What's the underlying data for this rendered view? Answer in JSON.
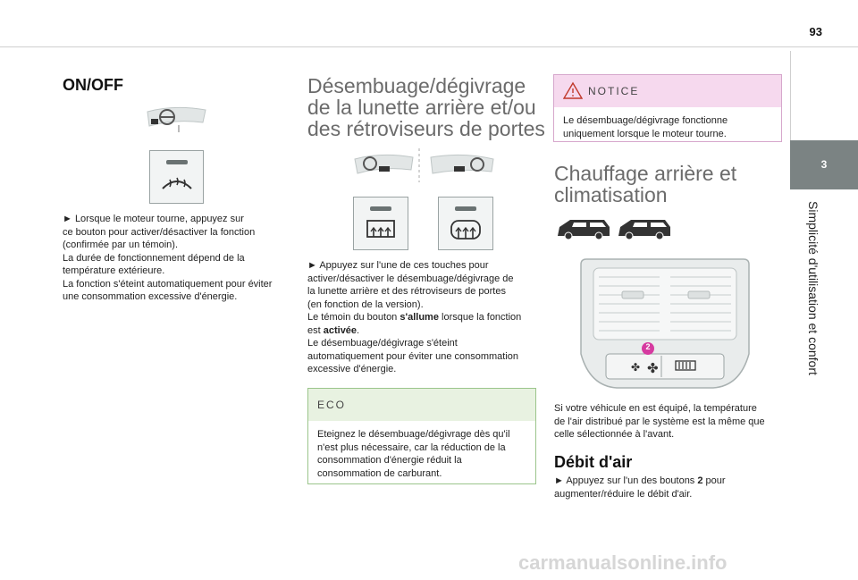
{
  "page_number": "93",
  "chapter": {
    "number": "3",
    "title": "Simplicité d'utilisation et confort"
  },
  "col1": {
    "heading": "ON/OFF",
    "p1": "► Lorsque le moteur tourne, appuyez sur",
    "p2": "ce bouton pour activer/désactiver la fonction",
    "p3": "(confirmée par un témoin).",
    "p4": "La durée de fonctionnement dépend de la",
    "p5": "température extérieure.",
    "p6": "La fonction s'éteint automatiquement pour éviter",
    "p7": "une consommation excessive d'énergie."
  },
  "col2": {
    "heading_l1": "Désembuage/dégivrage",
    "heading_l2": "de la lunette arrière et/ou",
    "heading_l3": "des rétroviseurs de portes",
    "p1": "► Appuyez sur l'une de ces touches pour",
    "p2": "activer/désactiver le désembuage/dégivrage de",
    "p3": "la lunette arrière et des rétroviseurs de portes",
    "p4": "(en fonction de la version).",
    "p5a": "Le témoin du bouton ",
    "p5b": "s'allume",
    "p5c": " lorsque la fonction",
    "p6a": "est ",
    "p6b": "activée",
    "p6c": ".",
    "p7": "Le désembuage/dégivrage s'éteint",
    "p8": "automatiquement pour éviter une consommation",
    "p9": "excessive d'énergie.",
    "eco_title": "ECO",
    "eco_l1": "Eteignez le désembuage/dégivrage dès qu'il",
    "eco_l2": "n'est plus nécessaire, car la réduction de la",
    "eco_l3": "consommation d'énergie réduit la",
    "eco_l4": "consommation de carburant."
  },
  "col3": {
    "notice_title": "NOTICE",
    "notice_l1": "Le désembuage/dégivrage fonctionne",
    "notice_l2": "uniquement lorsque le moteur tourne.",
    "heading_l1": "Chauffage arrière et",
    "heading_l2": "climatisation",
    "badge": "2",
    "p1": "Si votre véhicule en est équipé, la température",
    "p2": "de l'air distribué par le système est la même que",
    "p3": "celle sélectionnée à l'avant.",
    "subheading": "Débit d'air",
    "p4a": "► Appuyez sur l'un des boutons ",
    "p4b": "2",
    "p4c": " pour",
    "p5": "augmenter/réduire le débit d'air."
  },
  "watermark": "carmanualsonline.info",
  "colors": {
    "tab": "#7b8383",
    "notice_header": "#f6d9ee",
    "eco_header": "#e8f2e1",
    "badge": "#d63aa0"
  }
}
